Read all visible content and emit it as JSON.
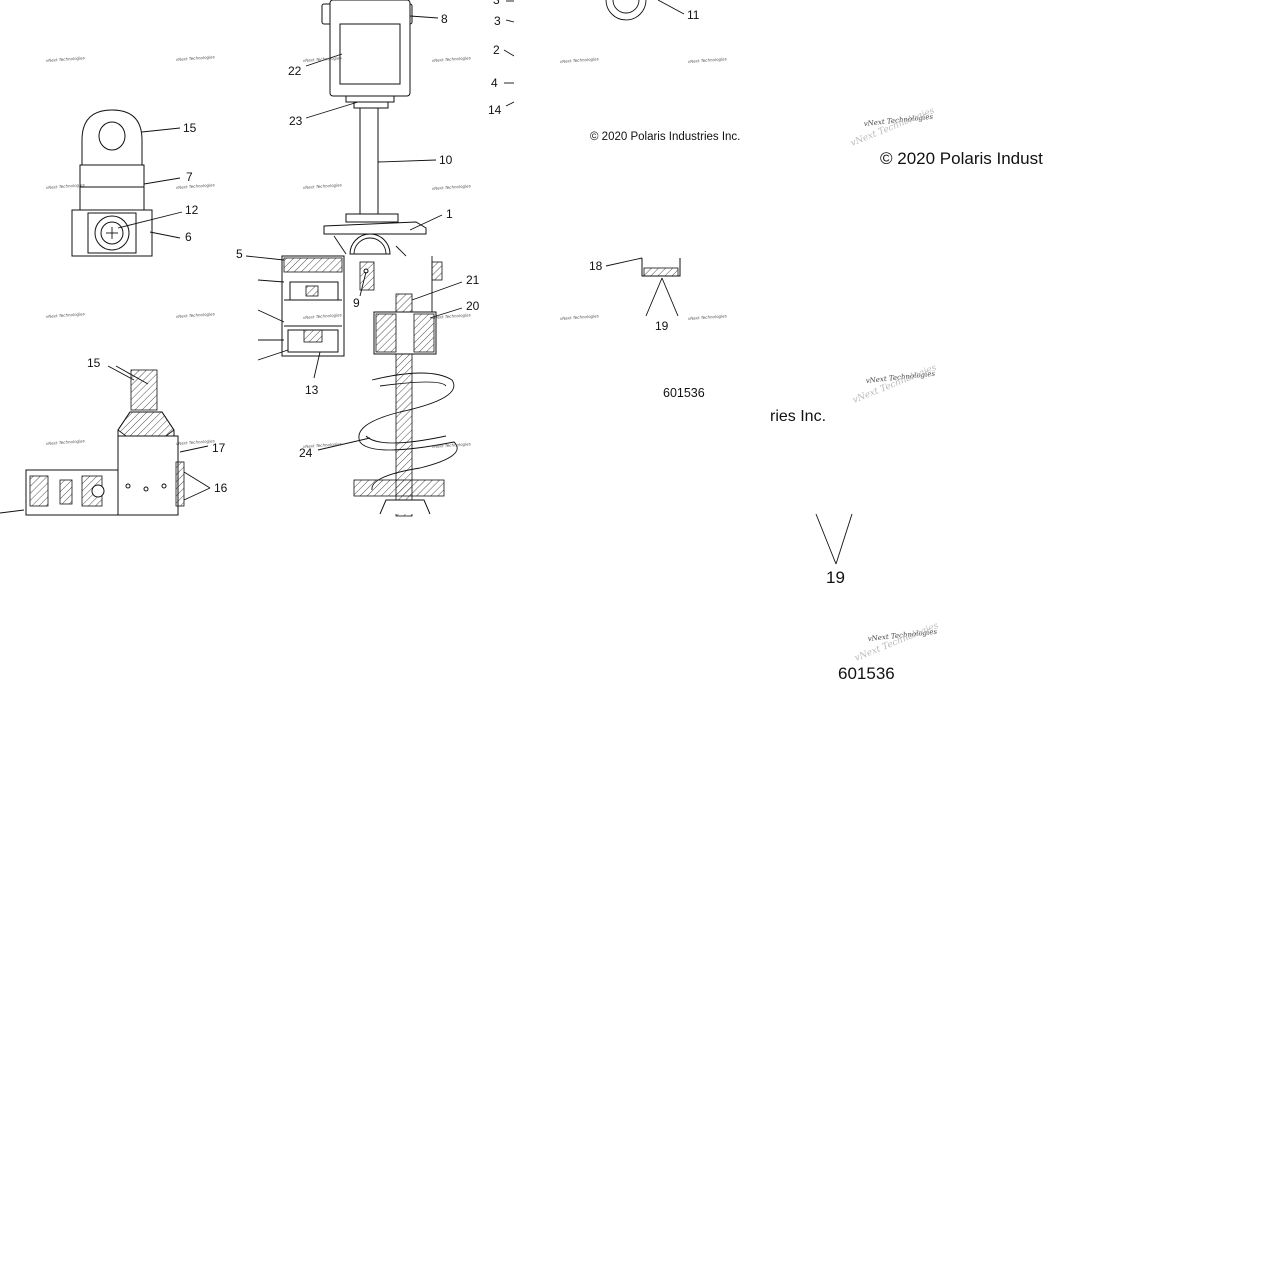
{
  "diagram": {
    "callouts": [
      "1",
      "2",
      "3",
      "3",
      "4",
      "5",
      "6",
      "7",
      "8",
      "9",
      "10",
      "11",
      "12",
      "13",
      "14",
      "15",
      "15",
      "16",
      "17",
      "18",
      "19",
      "20",
      "21",
      "22",
      "23",
      "24"
    ],
    "copyright_small": "© 2020 Polaris Industries Inc.",
    "copyright_large": "© 2020 Polaris Indust",
    "copyright_fragment": "ries Inc.",
    "figure_number_small": "601536",
    "figure_number_large": "601536",
    "callout_19_large": "19",
    "watermark": "vNext Technologies"
  }
}
